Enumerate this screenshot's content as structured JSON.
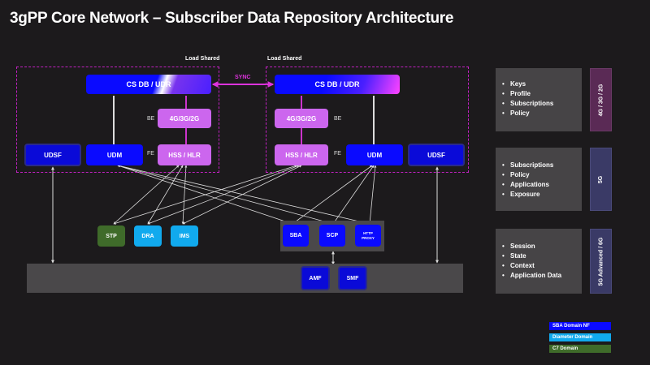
{
  "title": "3gPP Core Network – Subscriber Data Repository Architecture",
  "labels": {
    "load_shared_left": "Load Shared",
    "load_shared_right": "Load Shared",
    "sync": "SYNC",
    "be_left": "BE",
    "fe_left": "FE",
    "be_right": "BE",
    "fe_right": "FE"
  },
  "nodes": {
    "csdb_left": "CS DB / UDR",
    "csdb_right": "CS DB / UDR",
    "gen_left": "4G/3G/2G",
    "gen_right": "4G/3G/2G",
    "hss_left": "HSS / HLR",
    "hss_right": "HSS / HLR",
    "udm_left": "UDM",
    "udm_right": "UDM",
    "udsf_left": "UDSF",
    "udsf_right": "UDSF",
    "stp": "STP",
    "dra": "DRA",
    "ims": "IMS",
    "sba": "SBA",
    "scp": "SCP",
    "http_proxy_1": "HTTP",
    "http_proxy_2": "PROXY",
    "amf": "AMF",
    "smf": "SMF"
  },
  "panels": [
    {
      "items": [
        "Keys",
        "Profile",
        "Subscriptions",
        "Policy"
      ],
      "tag": "4G / 3G / 2G",
      "tag_color": "#5a2a55"
    },
    {
      "items": [
        "Subscriptions",
        "Policy",
        "Applications",
        "Exposure"
      ],
      "tag": "5G",
      "tag_color": "#3a3a66"
    },
    {
      "items": [
        "Session",
        "State",
        "Context",
        "Application Data"
      ],
      "tag": "5G Advanced / 6G",
      "tag_color": "#3a3a66"
    }
  ],
  "legend": [
    {
      "label": "SBA Domain NF",
      "color": "#0a0aff"
    },
    {
      "label": "Diameter Domain",
      "color": "#11aaee"
    },
    {
      "label": "C7  Domain",
      "color": "#3f6b2a"
    }
  ]
}
